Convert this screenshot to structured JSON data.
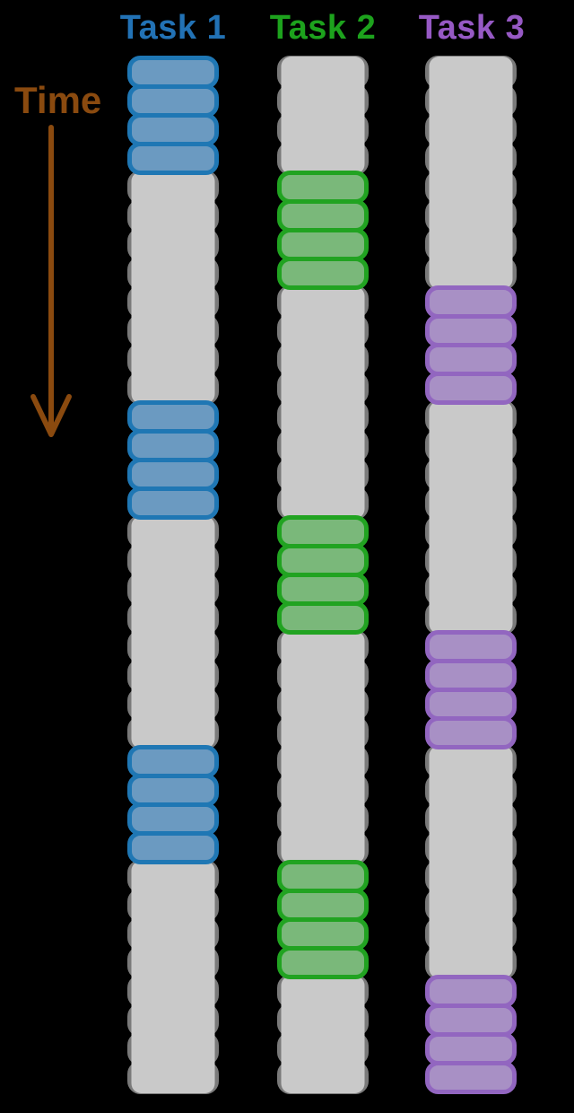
{
  "time_axis": {
    "label": "Time",
    "color": "#8a4a0f"
  },
  "palette": {
    "background": "#000000",
    "idle_slice_fill": "#c9c9c9",
    "idle_slice_border": "#7a7a7a"
  },
  "timeline": {
    "total_slices": 36,
    "slices_per_burst": 4
  },
  "columns": [
    {
      "id": "task-1",
      "label": "Task 1",
      "label_color": "#2272b5",
      "slice_fill": "#6b9ac1",
      "slice_border": "#1f77b4",
      "burst_start_slices": [
        0,
        12,
        24
      ]
    },
    {
      "id": "task-2",
      "label": "Task 2",
      "label_color": "#1da21d",
      "slice_fill": "#7ab87a",
      "slice_border": "#21a321",
      "burst_start_slices": [
        4,
        16,
        28
      ]
    },
    {
      "id": "task-3",
      "label": "Task 3",
      "label_color": "#9659c4",
      "slice_fill": "#a890c5",
      "slice_border": "#9266c0",
      "burst_start_slices": [
        8,
        20,
        32
      ]
    }
  ]
}
